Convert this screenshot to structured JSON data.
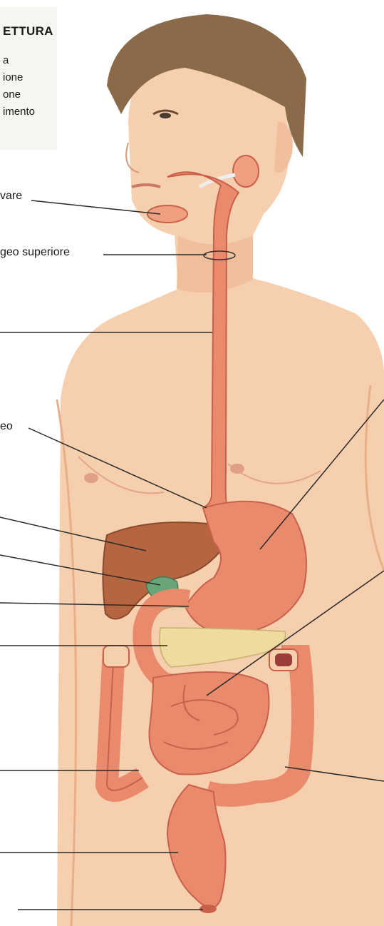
{
  "legend": {
    "title": "ETTURA",
    "items": [
      "a",
      "ione",
      "one",
      "imento"
    ]
  },
  "labels": {
    "salivary": "vare",
    "esophageal_sphincter": "geo superiore",
    "cardia": "eo"
  },
  "colors": {
    "skin": "#f6cfae",
    "skin_shadow": "#e8b08a",
    "organ": "#e98a6c",
    "organ_dark": "#c9614a",
    "liver": "#b5653f",
    "gallbladder": "#6aa57a",
    "pancreas": "#efdba0",
    "hair": "#8a6a48",
    "leader": "#2a2a2a"
  }
}
